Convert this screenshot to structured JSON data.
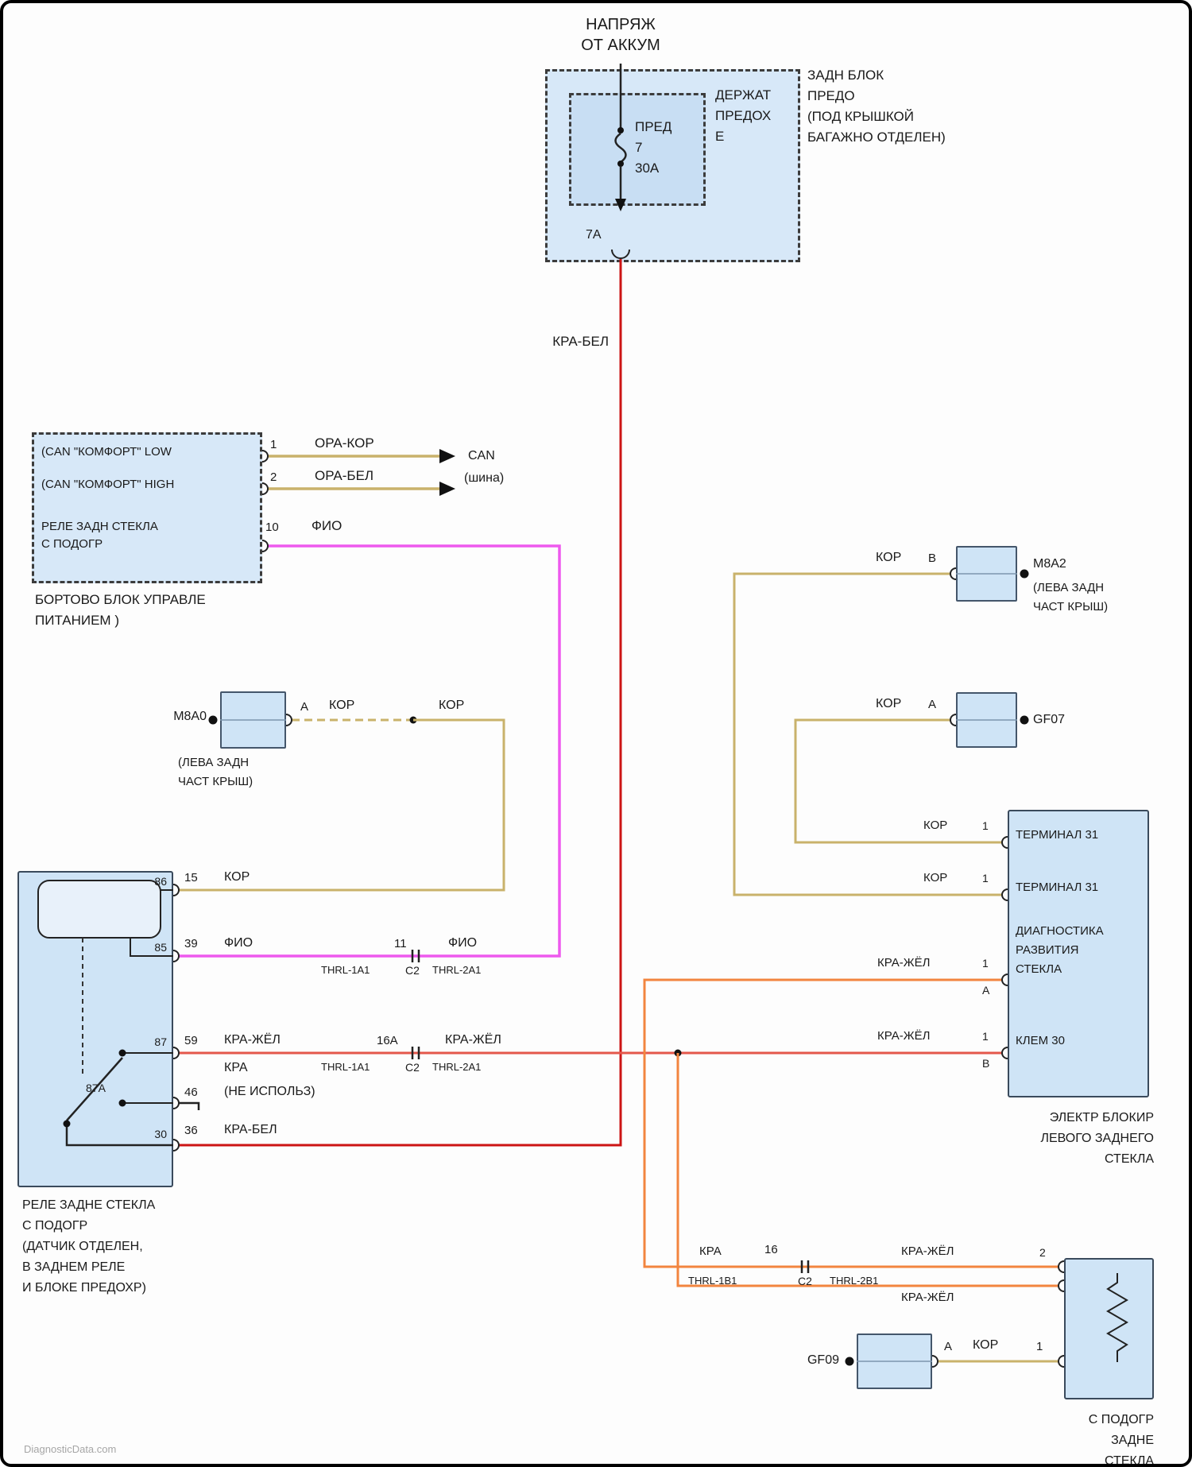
{
  "colors": {
    "wire_red": "#cc1414",
    "wire_salmon": "#e4574b",
    "wire_orange": "#f2853f",
    "wire_tan": "#c9b26b",
    "wire_magenta": "#ee59ee",
    "box_fill": "#cfe4f6",
    "line_black": "#222222"
  },
  "header": {
    "line1": "НАПРЯЖ",
    "line2": "ОТ АККУМ"
  },
  "fuse_block": {
    "label": [
      "ЗАДН БЛОК",
      "ПРЕДО",
      "(ПОД КРЫШКОЙ",
      "БАГАЖНО ОТДЕЛЕН)"
    ],
    "holder": [
      "ДЕРЖАТ",
      "ПРЕДОХ",
      "Е"
    ],
    "fuse_name": "ПРЕД",
    "fuse_no": "7",
    "fuse_amp": "30А",
    "cavity": "7А"
  },
  "feed": {
    "color": "КРА-БЕЛ"
  },
  "bcm": {
    "rows": [
      "(CAN \"КОМФОРТ\" LOW",
      "(CAN \"КОМФОРТ\" HIGH",
      "РЕЛЕ ЗАДН СТЕКЛА",
      "С ПОДОГР"
    ],
    "caption": [
      "БОРТОВО БЛОК УПРАВЛЕ",
      "ПИТАНИЕМ )"
    ],
    "pin1": "1",
    "pin2": "2",
    "pin3": "10",
    "wire1": "ОРА-КОР",
    "wire2": "ОРА-БЕЛ",
    "wire3": "ФИО",
    "can": [
      "CAN",
      "(шина)"
    ]
  },
  "m8a0": {
    "name": "М8А0",
    "caption": [
      "(ЛЕВА ЗАДН",
      "ЧАСТ КРЫШ)"
    ],
    "pin": "А",
    "wire": "КОР",
    "wire2": "КОР"
  },
  "relay": {
    "pins": {
      "p86": "86",
      "p85": "85",
      "p87": "87",
      "p87a": "87А",
      "p30": "30"
    },
    "w86": {
      "num": "15",
      "color": "КОР"
    },
    "w85": {
      "num": "39",
      "color": "ФИО"
    },
    "w87": {
      "num": "59",
      "color": "КРА-ЖЁЛ",
      "color2": "КРА"
    },
    "w87a": {
      "num": "46",
      "note": "(НЕ ИСПОЛЬЗ)"
    },
    "w30": {
      "num": "36",
      "color": "КРА-БЕЛ"
    },
    "caption": [
      "РЕЛЕ ЗАДНЕ СТЕКЛА",
      "С ПОДОГР",
      "(ДАТЧИК ОТДЕЛЕН,",
      "В ЗАДНЕМ РЕЛЕ",
      "И БЛОКЕ ПРЕДОХР)"
    ]
  },
  "mid": {
    "mag_num": "11",
    "mag_color": "ФИО",
    "red_num": "16А",
    "red_color": "КРА-ЖЁЛ"
  },
  "splices": {
    "a": {
      "left": "THRL-1A1",
      "conn": "C2",
      "right": "THRL-2A1"
    },
    "b": {
      "left": "THRL-1B1",
      "conn": "C2",
      "right": "THRL-2B1"
    }
  },
  "orange": {
    "color1": "КРА",
    "num": "16",
    "color2": "КРА-ЖЁЛ",
    "color3": "КРА-ЖЁЛ"
  },
  "m8a2": {
    "name": "М8А2",
    "caption": [
      "(ЛЕВА ЗАДН",
      "ЧАСТ КРЫШ)"
    ],
    "pin": "В",
    "wire": "КОР"
  },
  "gf07": {
    "name": "GF07",
    "pin": "А",
    "wire": "КОР"
  },
  "lock": {
    "rows": [
      "ТЕРМИНАЛ 31",
      "ТЕРМИНАЛ 31",
      "ДИАГНОСТИКА",
      "РАЗВИТИЯ",
      "СТЕКЛА",
      "КЛЕМ 30"
    ],
    "caption": [
      "ЭЛЕКТР БЛОКИР",
      "ЛЕВОГО ЗАДНЕГО",
      "СТЕКЛА"
    ],
    "pin1": {
      "wire": "КОР",
      "num": "1"
    },
    "pin2": {
      "wire": "КОР",
      "num": "1"
    },
    "pin3": {
      "wire": "КРА-ЖЁЛ",
      "num": "1",
      "letter": "А"
    },
    "pin4": {
      "wire": "КРА-ЖЁЛ",
      "num": "1",
      "letter": "В"
    }
  },
  "heater": {
    "pin_top": "2",
    "caption": [
      "С ПОДОГР",
      "ЗАДНЕ",
      "СТЕКЛА"
    ]
  },
  "gf09": {
    "name": "GF09",
    "pin": "А",
    "wire": "КОР",
    "num": "1"
  },
  "watermark": "DiagnosticData.com"
}
